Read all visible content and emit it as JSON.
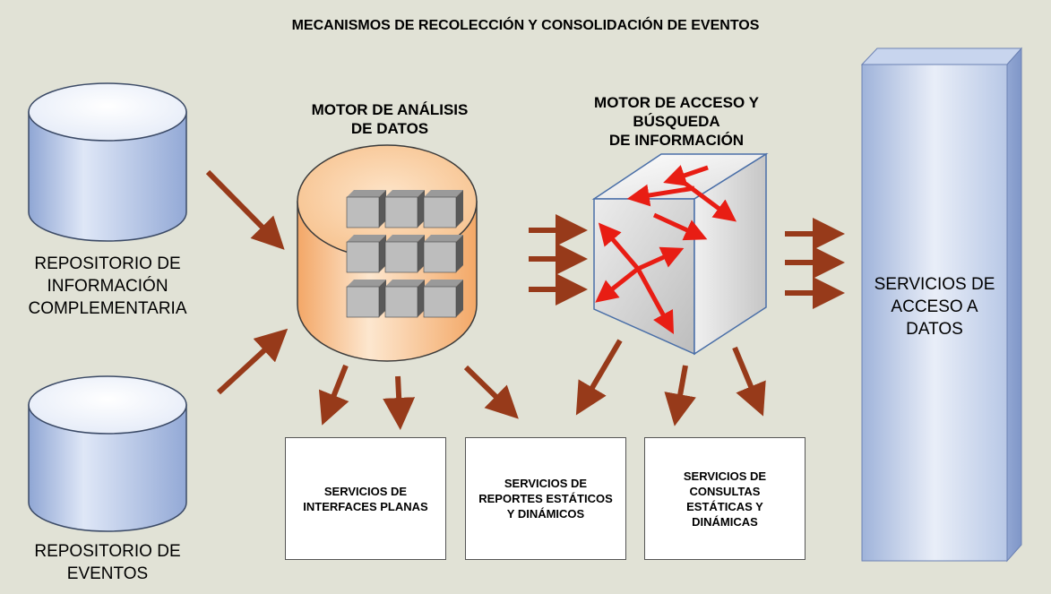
{
  "title": "MECANISMOS DE RECOLECCIÓN Y CONSOLIDACIÓN DE EVENTOS",
  "repositories": [
    {
      "label": "REPOSITORIO DE\nINFORMACIÓN\nCOMPLEMENTARIA"
    },
    {
      "label": "REPOSITORIO DE\nEVENTOS"
    }
  ],
  "analysis_engine": {
    "label": "MOTOR DE ANÁLISIS\nDE DATOS"
  },
  "search_engine": {
    "label": "MOTOR DE ACCESO Y\nBÚSQUEDA\nDE INFORMACIÓN"
  },
  "data_access": {
    "label": "SERVICIOS DE\nACCESO A\nDATOS"
  },
  "services": [
    {
      "label": "SERVICIOS DE\nINTERFACES PLANAS"
    },
    {
      "label": "SERVICIOS DE\nREPORTES ESTÁTICOS\nY DINÁMICOS"
    },
    {
      "label": "SERVICIOS DE\nCONSULTAS\nESTÁTICAS Y\nDINÁMICAS"
    }
  ],
  "colors": {
    "background": "#e1e2d6",
    "arrow": "#973a1a",
    "cylinder_blue": "#b7c6e4",
    "cylinder_orange": "#f6c08c",
    "cube_arrow": "#e81d14",
    "panel_blue": "#b5c6e3"
  }
}
